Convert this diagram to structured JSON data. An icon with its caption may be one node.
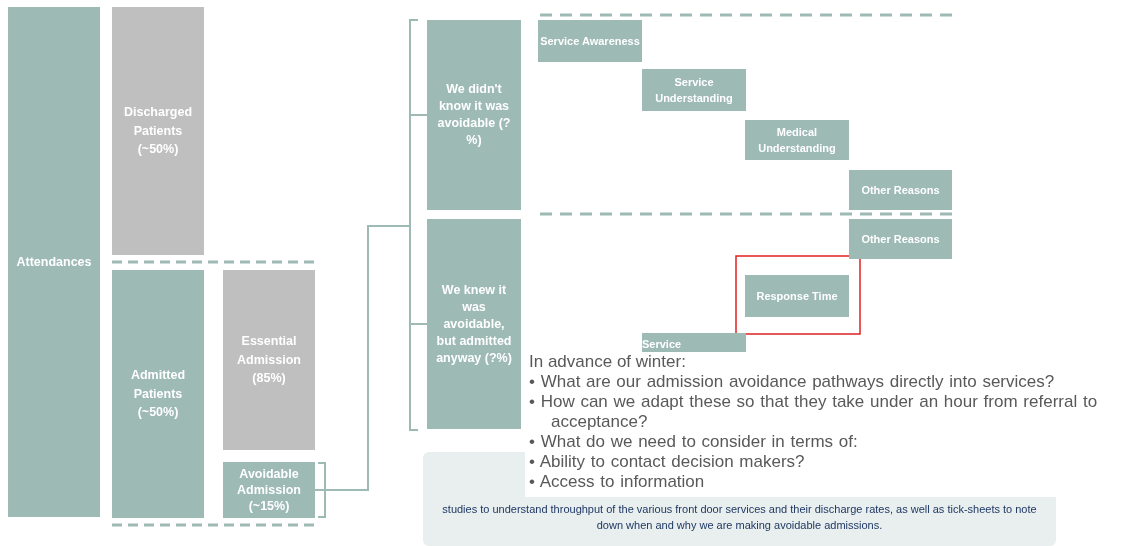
{
  "diagram": {
    "nodes": [
      {
        "text": [
          "Attendances"
        ]
      },
      {
        "text": [
          "Discharged Patients (~50%)"
        ]
      },
      {
        "text": [
          "Admitted Patients (~50%)"
        ]
      },
      {
        "text": [
          "Essential Admission (85%)"
        ]
      },
      {
        "text": [
          "Avoidable Admission (~15%)"
        ]
      },
      {
        "text": [
          "We didn't know it was avoidable (?%)"
        ]
      },
      {
        "text": [
          "We knew it was avoidable, but admitted anyway (?%)"
        ]
      },
      {
        "text": [
          "Service Awareness"
        ]
      },
      {
        "text": [
          "Service Understanding"
        ]
      },
      {
        "text": [
          "Medical Understanding"
        ]
      },
      {
        "text": [
          "Other Reasons"
        ]
      },
      {
        "text": [
          "Other Reasons"
        ]
      },
      {
        "text": [
          "Response Time"
        ]
      },
      {
        "text": [
          "Service"
        ]
      },
      {
        "text": [
          "In advance of winter:",
          "• What are our admission avoidance pathways directly into services?",
          "• How can we adapt these so that they take under an hour from referral to acceptance?",
          "• What do we need to consider in terms of:",
          "• Ability to contact decision makers?",
          "• Access to information"
        ]
      },
      {
        "text": [
          "studies to understand throughput of the various front door services and their discharge rates, as well as tick-sheets to note down when and why we are making avoidable admissions."
        ]
      }
    ],
    "edges": [
      {
        "from": 4,
        "to": 5,
        "arrow": "none"
      },
      {
        "from": 4,
        "to": 6,
        "arrow": "none"
      }
    ]
  }
}
